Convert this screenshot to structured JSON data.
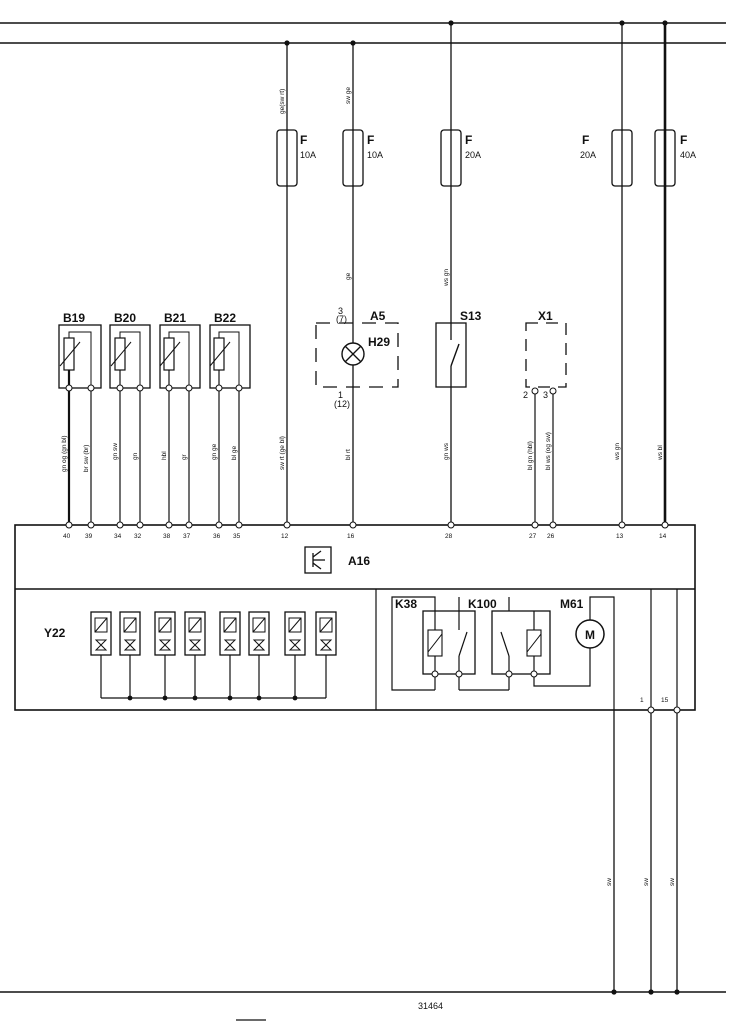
{
  "fuses": [
    {
      "label": "F",
      "rating": "10A",
      "wire": "ge(sw rt)"
    },
    {
      "label": "F",
      "rating": "10A",
      "wire": "sw ge"
    },
    {
      "label": "F",
      "rating": "20A",
      "wire": ""
    },
    {
      "label": "F",
      "rating": "20A",
      "wire": ""
    },
    {
      "label": "F",
      "rating": "40A",
      "wire": ""
    }
  ],
  "sensors": [
    "B19",
    "B20",
    "B21",
    "B22"
  ],
  "components": {
    "a5": "A5",
    "h29": "H29",
    "s13": "S13",
    "x1": "X1",
    "a16": "A16",
    "y22": "Y22",
    "k38": "K38",
    "k100": "K100",
    "m61": "M61",
    "motor": "M"
  },
  "a5_pins": {
    "top": "3",
    "top_alt": "(7)",
    "bottom": "1",
    "bottom_alt": "(12)"
  },
  "x1_pins": [
    "2",
    "3"
  ],
  "wires_mid": {
    "a5_top": "ge",
    "s13_top": "ws gn"
  },
  "wires_lower": [
    "gn og (gn bl)",
    "br sw (br)",
    "gn sw",
    "gn",
    "hbl",
    "gr",
    "gn ge",
    "bl ge",
    "sw rt (ge bl)",
    "bl rt",
    "gn ws",
    "bl gn (hbl)",
    "bl ws (og sw)",
    "ws gn",
    "ws bl"
  ],
  "a16_pins": [
    "40",
    "39",
    "34",
    "32",
    "38",
    "37",
    "36",
    "35",
    "12",
    "16",
    "28",
    "27",
    "26",
    "13",
    "14"
  ],
  "bottom_pins": [
    "1",
    "15"
  ],
  "bottom_wires": [
    "sw",
    "sw",
    "sw"
  ],
  "footer_code": "31464"
}
